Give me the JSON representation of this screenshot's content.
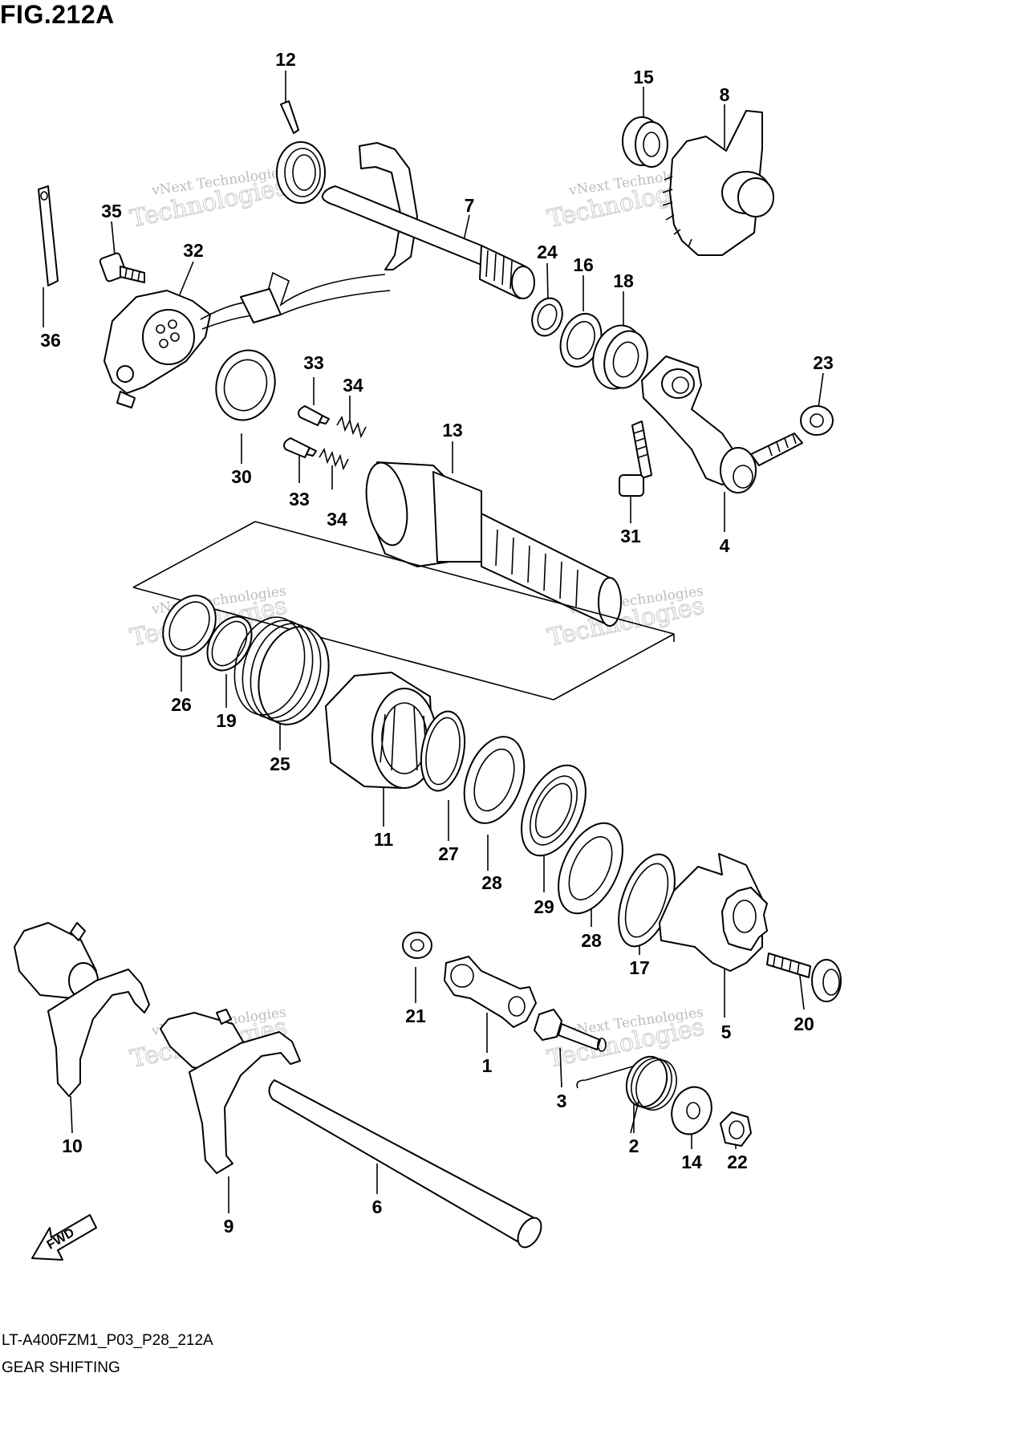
{
  "figure": {
    "title": "FIG.212A",
    "code": "LT-A400FZM1_P03_P28_212A",
    "name": "GEAR SHIFTING",
    "fwd_label": "FWD"
  },
  "watermark": {
    "line1": "vNext Technologies",
    "line2": "Technologies"
  },
  "callouts": [
    "12",
    "15",
    "8",
    "35",
    "32",
    "7",
    "24",
    "16",
    "18",
    "36",
    "33",
    "34",
    "23",
    "30",
    "13",
    "33",
    "34",
    "31",
    "4",
    "26",
    "19",
    "25",
    "11",
    "27",
    "28",
    "29",
    "28",
    "17",
    "21",
    "1",
    "5",
    "20",
    "3",
    "10",
    "2",
    "14",
    "22",
    "9",
    "6"
  ]
}
